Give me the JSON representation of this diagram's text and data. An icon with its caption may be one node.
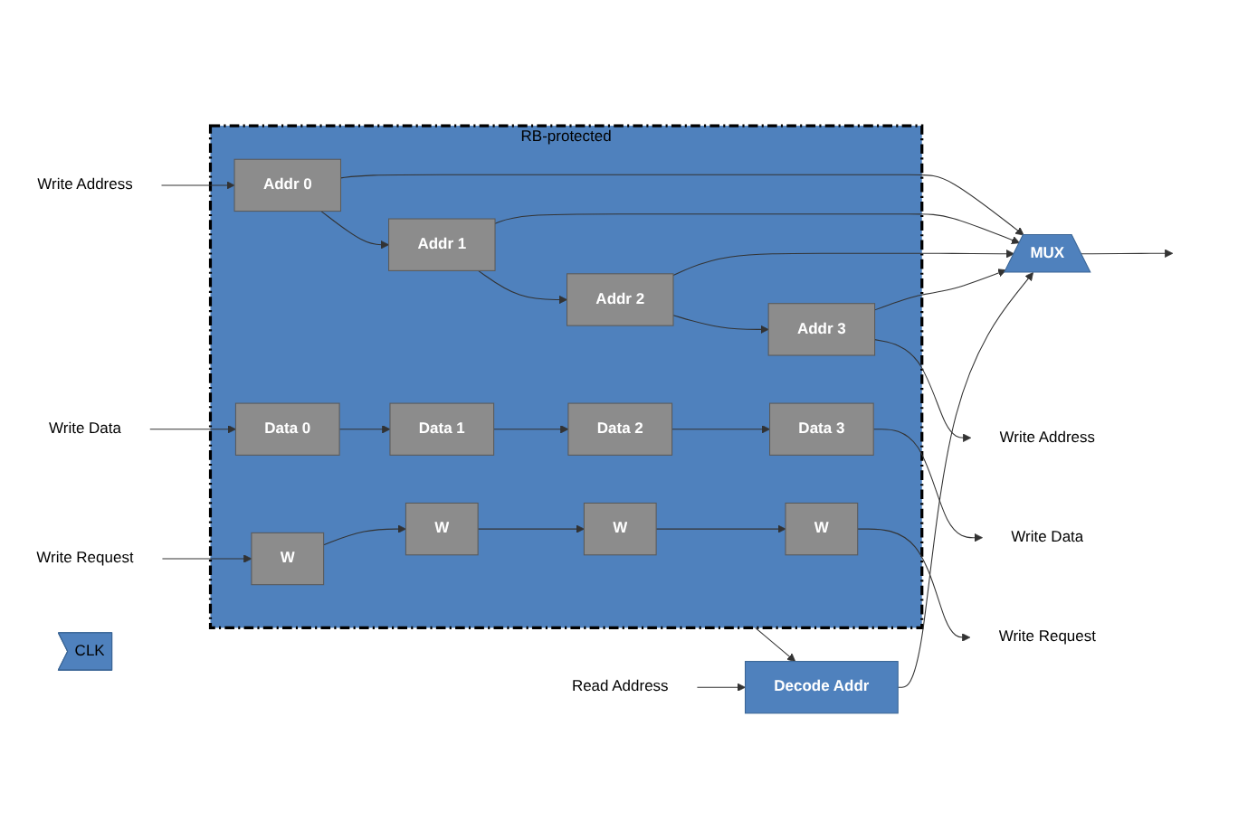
{
  "diagram": {
    "nodes": [
      {
        "text": [
          "Read Address"
        ]
      },
      {
        "text": [
          "Write Address"
        ]
      },
      {
        "text": [
          "Write Data"
        ]
      },
      {
        "text": [
          "Write Request"
        ]
      },
      {
        "text": [
          "RB-protected"
        ]
      },
      {
        "text": [
          "W"
        ],
        "in": 4
      },
      {
        "text": [
          "Data 0"
        ],
        "in": 4
      },
      {
        "text": [
          "Addr 0"
        ],
        "in": 4
      },
      {
        "text": [
          "W"
        ],
        "in": 4
      },
      {
        "text": [
          "Data 1"
        ],
        "in": 4
      },
      {
        "text": [
          "Addr 1"
        ],
        "in": 4
      },
      {
        "text": [
          "W"
        ],
        "in": 4
      },
      {
        "text": [
          "Data 2"
        ],
        "in": 4
      },
      {
        "text": [
          "Addr 2"
        ],
        "in": 4
      },
      {
        "text": [
          "W"
        ],
        "in": 4
      },
      {
        "text": [
          "Data 3"
        ],
        "in": 4
      },
      {
        "text": [
          "Addr 3"
        ],
        "in": 4
      },
      {
        "text": [
          "Decode Addr"
        ]
      },
      {
        "text": [
          "MUX"
        ]
      },
      {
        "text": [
          "Write Address"
        ]
      },
      {
        "text": [
          "Write Data"
        ]
      },
      {
        "text": [
          "Write Request"
        ]
      },
      {
        "text": [
          "CLK"
        ]
      }
    ],
    "edges": [
      {
        "from": 0,
        "to": 17,
        "arrow": "to"
      },
      {
        "from": 1,
        "to": 7,
        "arrow": "to"
      },
      {
        "from": 2,
        "to": 6,
        "arrow": "to"
      },
      {
        "from": 3,
        "to": 5,
        "arrow": "to"
      },
      {
        "from": 5,
        "to": 8,
        "arrow": "to"
      },
      {
        "from": 8,
        "to": 11,
        "arrow": "to"
      },
      {
        "from": 11,
        "to": 14,
        "arrow": "to"
      },
      {
        "from": 6,
        "to": 9,
        "arrow": "to"
      },
      {
        "from": 9,
        "to": 12,
        "arrow": "to"
      },
      {
        "from": 12,
        "to": 15,
        "arrow": "to"
      },
      {
        "from": 7,
        "to": 10,
        "arrow": "to"
      },
      {
        "from": 10,
        "to": 13,
        "arrow": "to"
      },
      {
        "from": 13,
        "to": 16,
        "arrow": "to"
      },
      {
        "from": 4,
        "to": 17,
        "arrow": "to"
      },
      {
        "from": 7,
        "to": 18,
        "arrow": "to"
      },
      {
        "from": 10,
        "to": 18,
        "arrow": "to"
      },
      {
        "from": 13,
        "to": 18,
        "arrow": "to"
      },
      {
        "from": 16,
        "to": 18,
        "arrow": "to"
      },
      {
        "from": 17,
        "to": 18,
        "arrow": "to"
      },
      {
        "from": 18,
        "to": null,
        "arrow": "to"
      },
      {
        "from": 16,
        "to": 19,
        "arrow": "to"
      },
      {
        "from": 15,
        "to": 20,
        "arrow": "to"
      },
      {
        "from": 14,
        "to": 21,
        "arrow": "to"
      }
    ]
  }
}
